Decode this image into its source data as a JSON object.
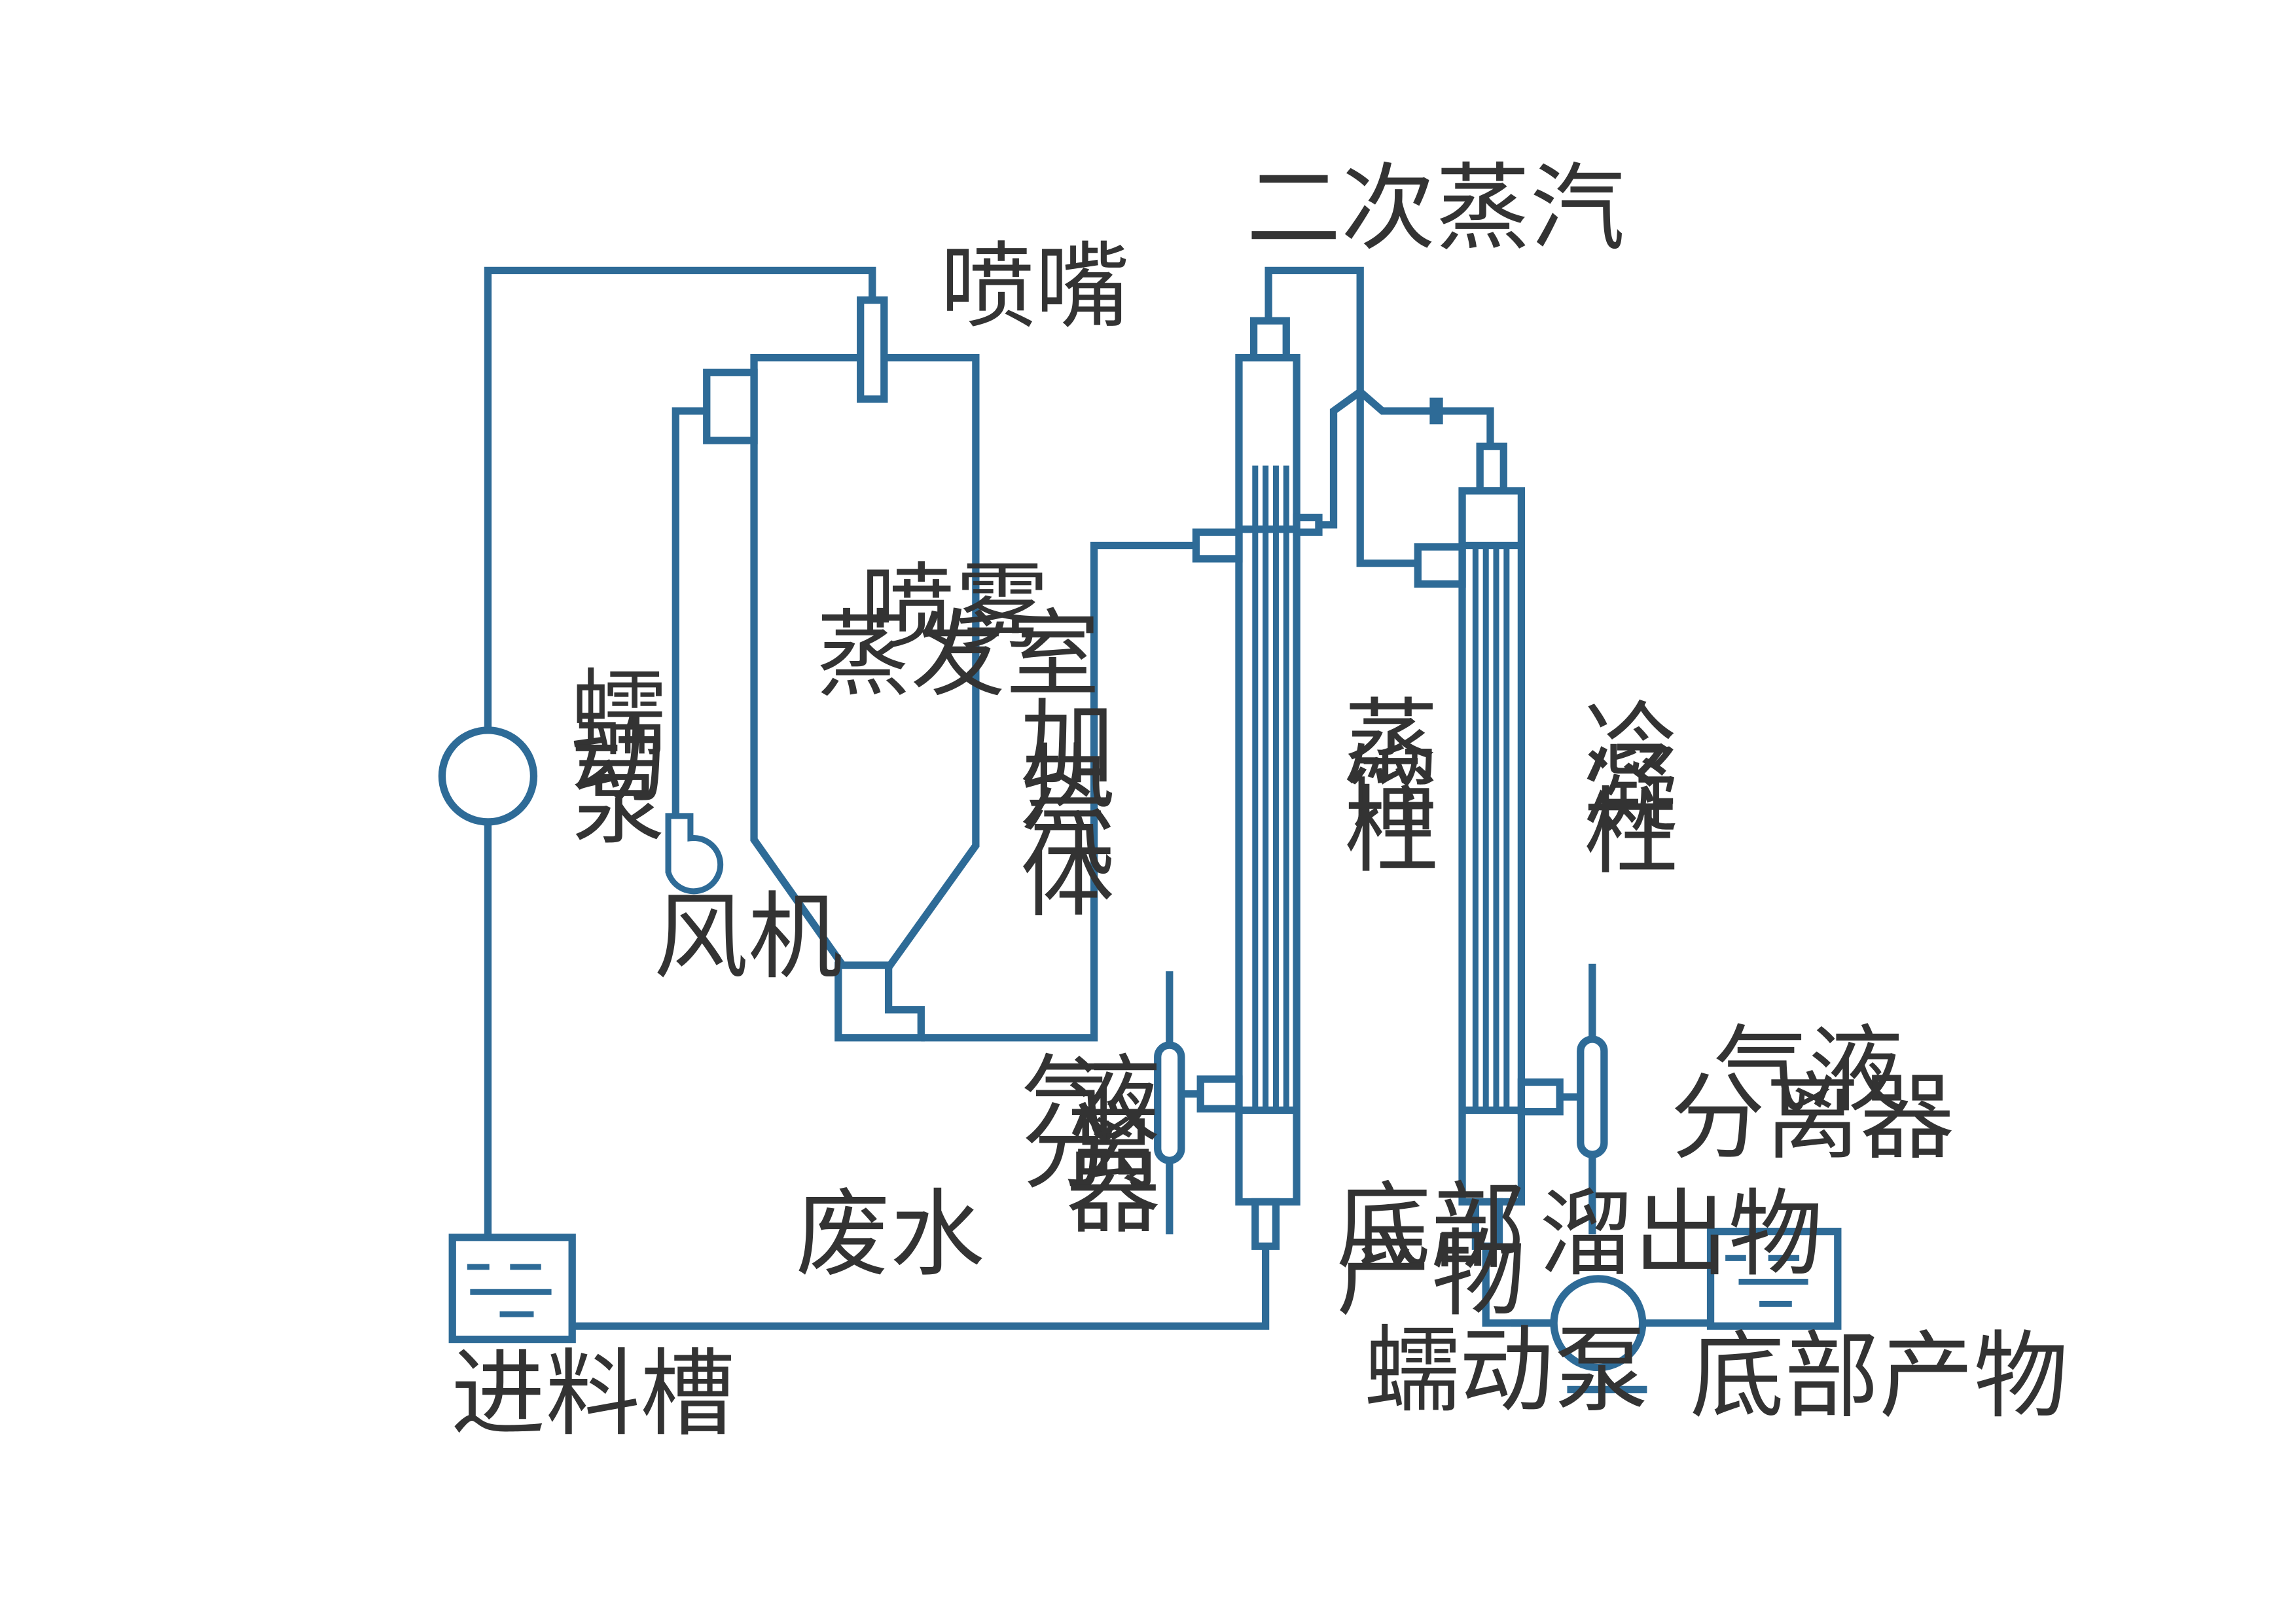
{
  "labels": {
    "nozzle": "喷嘴",
    "secondary_steam": "二次蒸汽",
    "spray_chamber_line1": "喷雾",
    "spray_chamber_line2": "蒸发室",
    "pump_left_c1": "蠕",
    "pump_left_c2": "动",
    "pump_left_c3": "泵",
    "fan": "风机",
    "heating_gas_c1": "加",
    "heating_gas_c2": "热",
    "heating_gas_c3": "气",
    "heating_gas_c4": "体",
    "distillation_c1": "蒸",
    "distillation_c2": "馏",
    "distillation_c3": "柱",
    "condenser_c1": "冷",
    "condenser_c2": "凝",
    "condenser_c3": "柱",
    "separator_left_col1_c1": "气",
    "separator_left_col1_c2": "分",
    "separator_left_col2_c1": "液",
    "separator_left_col2_c2": "离",
    "separator_left_col2_c3": "器",
    "separator_right_line1": "气液",
    "separator_right_line2": "分离器",
    "waste_water": "废水",
    "bottom_product_mid_line1": "底部",
    "bottom_product_mid_line2": "产物",
    "distillate": "溜出物",
    "feed_tank": "进料槽",
    "pump_bottom": "蠕动泵",
    "bottom_product_right": "底部产物"
  },
  "colors": {
    "line": "#2E6B97",
    "text": "#333333",
    "background": "#ffffff"
  }
}
